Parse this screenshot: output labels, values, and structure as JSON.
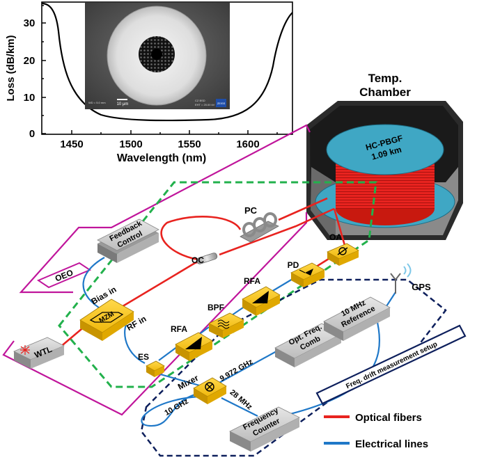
{
  "plot": {
    "ylabel": "Loss (dB/km)",
    "xlabel": "Wavelength (nm)",
    "y_ticks": [
      "0",
      "10",
      "20",
      "30"
    ],
    "x_ticks": [
      "1450",
      "1500",
      "1550",
      "1600"
    ],
    "inset": {
      "scale": "10 μm",
      "info_left": "WD = 5.0 mm",
      "info_right_1": "CZ BSD",
      "info_right_2": "EHT = 20.00 kV",
      "logo": "ZEISS"
    }
  },
  "chamber": {
    "title_line1": "Temp.",
    "title_line2": "Chamber",
    "fiber_line1": "HC-PBGF",
    "fiber_line2": "1.09 km"
  },
  "components": {
    "feedback_line1": "Feedback",
    "feedback_line2": "Control",
    "oeo": "OEO",
    "oc": "OC",
    "pc": "PC",
    "oa": "OA",
    "pd": "PD",
    "rfa1": "RFA",
    "rfa2": "RFA",
    "bpf": "BPF",
    "mzm": "MZM",
    "bias_in": "Bias in",
    "rf_in": "RF in",
    "wtl": "WTL",
    "es": "ES",
    "mixer": "Mixer",
    "comb_line1": "Opt. Freq.",
    "comb_line2": "Comb",
    "ref_line1": "10 MHz",
    "ref_line2": "Reference",
    "gps": "GPS",
    "counter_line1": "Frequency",
    "counter_line2": "Counter",
    "f_9972": "9.972 GHz",
    "f_10": "10 GHz",
    "f_28": "28 MHz",
    "setup": "Freq. drift measurement setup"
  },
  "legend": {
    "optical": "Optical fibers",
    "electrical": "Electrical lines"
  },
  "colors": {
    "optical": "#e8231f",
    "electrical": "#1f78c8",
    "oeo_border": "#c0159b",
    "green_dash": "#22b14c",
    "navy_dash": "#0d1f5c",
    "gold": "#f0b80c",
    "cyan": "#3fa7c4"
  }
}
